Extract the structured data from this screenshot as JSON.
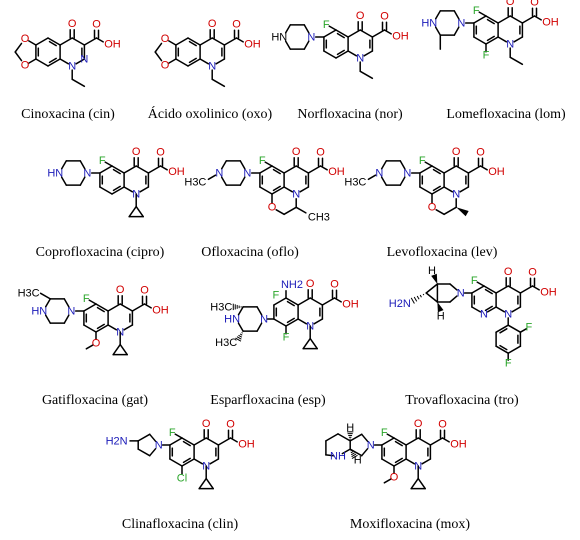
{
  "colors": {
    "oxygen": "#d10000",
    "nitrogen": "#1a1ab8",
    "fluorine": "#2aa52a",
    "chlorine": "#2aa52a",
    "bond": "#000000"
  },
  "compounds": [
    {
      "caption": "Cinoxacina (cin)",
      "atoms": [
        "O",
        "OH",
        "N",
        "N",
        "O",
        "O"
      ]
    },
    {
      "caption": "Ácido oxolinico (oxo)",
      "atoms": [
        "O",
        "OH",
        "N",
        "O",
        "O"
      ]
    },
    {
      "caption": "Norfloxacina (nor)",
      "atoms": [
        "F",
        "O",
        "OH",
        "N",
        "N",
        "HN"
      ]
    },
    {
      "caption": "Lomefloxacina (lom)",
      "atoms": [
        "F",
        "O",
        "OH",
        "N",
        "N",
        "HN",
        "F"
      ]
    },
    {
      "caption": "Coprofloxacina (cipro)",
      "atoms": [
        "F",
        "O",
        "OH",
        "N",
        "N",
        "HN"
      ]
    },
    {
      "caption": "Ofloxacina (oflo)",
      "atoms": [
        "F",
        "O",
        "OH",
        "N",
        "N",
        "N",
        "O",
        "H3C",
        "CH3"
      ]
    },
    {
      "caption": "Levofloxacina (lev)",
      "atoms": [
        "F",
        "O",
        "OH",
        "N",
        "N",
        "N",
        "O",
        "H3C"
      ]
    },
    {
      "caption": "Gatifloxacina (gat)",
      "atoms": [
        "F",
        "O",
        "OH",
        "N",
        "N",
        "HN",
        "H3C",
        "O"
      ]
    },
    {
      "caption": "Esparfloxacina (esp)",
      "atoms": [
        "NH2",
        "O",
        "OH",
        "F",
        "N",
        "N",
        "HN",
        "H3C",
        "H3C",
        "F"
      ]
    },
    {
      "caption": "Trovafloxacina (tro)",
      "atoms": [
        "H",
        "F",
        "O",
        "OH",
        "N",
        "N",
        "N",
        "H2N",
        "H",
        "F",
        "F"
      ]
    },
    {
      "caption": "Clinafloxacina (clin)",
      "atoms": [
        "F",
        "O",
        "OH",
        "N",
        "N",
        "H2N",
        "Cl"
      ]
    },
    {
      "caption": "Moxifloxacina (mox)",
      "atoms": [
        "F",
        "O",
        "OH",
        "H",
        "N",
        "N",
        "N",
        "NH",
        "H",
        "O"
      ]
    }
  ]
}
